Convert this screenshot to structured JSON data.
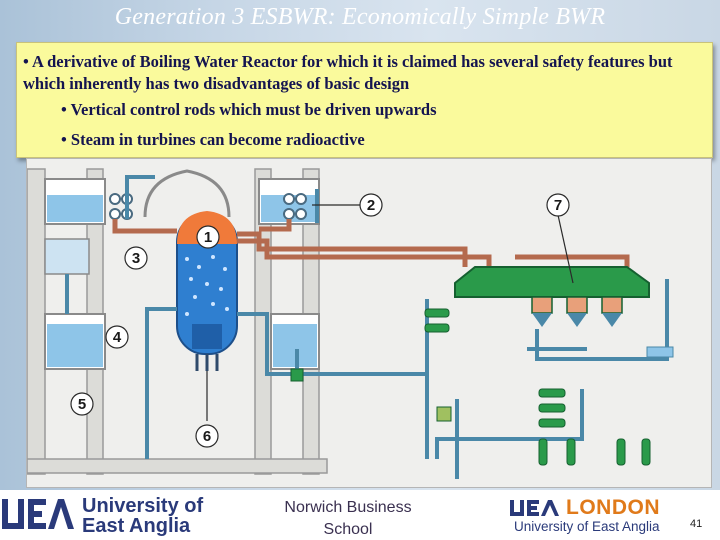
{
  "slide": {
    "title": "Generation 3  ESBWR: Economically Simple BWR",
    "bullets": {
      "main": "• A derivative of Boiling Water Reactor for which it is claimed has several safety features but which inherently has two disadvantages of basic design",
      "sub": [
        "• Vertical control rods which must be driven upwards",
        "• Steam in turbines can become radioactive"
      ]
    }
  },
  "diagram": {
    "callouts": [
      "1",
      "2",
      "3",
      "4",
      "5",
      "6",
      "7"
    ]
  },
  "footer": {
    "uea_name_line1": "University of",
    "uea_name_line2": "East Anglia",
    "school_line1": "Norwich Business",
    "school_line2": "School",
    "london_word": "LONDON",
    "london_sub": "University of East Anglia",
    "page_number": "41"
  },
  "colors": {
    "title": "#ffffff",
    "bullet_box": "#fafa9c",
    "bullet_text": "#141450",
    "pipe": "#4a88a8",
    "steam_pipe": "#b46a4e",
    "turbine": "#2a9a4a",
    "reactor": "#2f7fd0",
    "reactor_top": "#f07a3a",
    "water": "#8ec5e8",
    "london_orange": "#e07a1a",
    "uea_blue": "#2a3a7a"
  }
}
